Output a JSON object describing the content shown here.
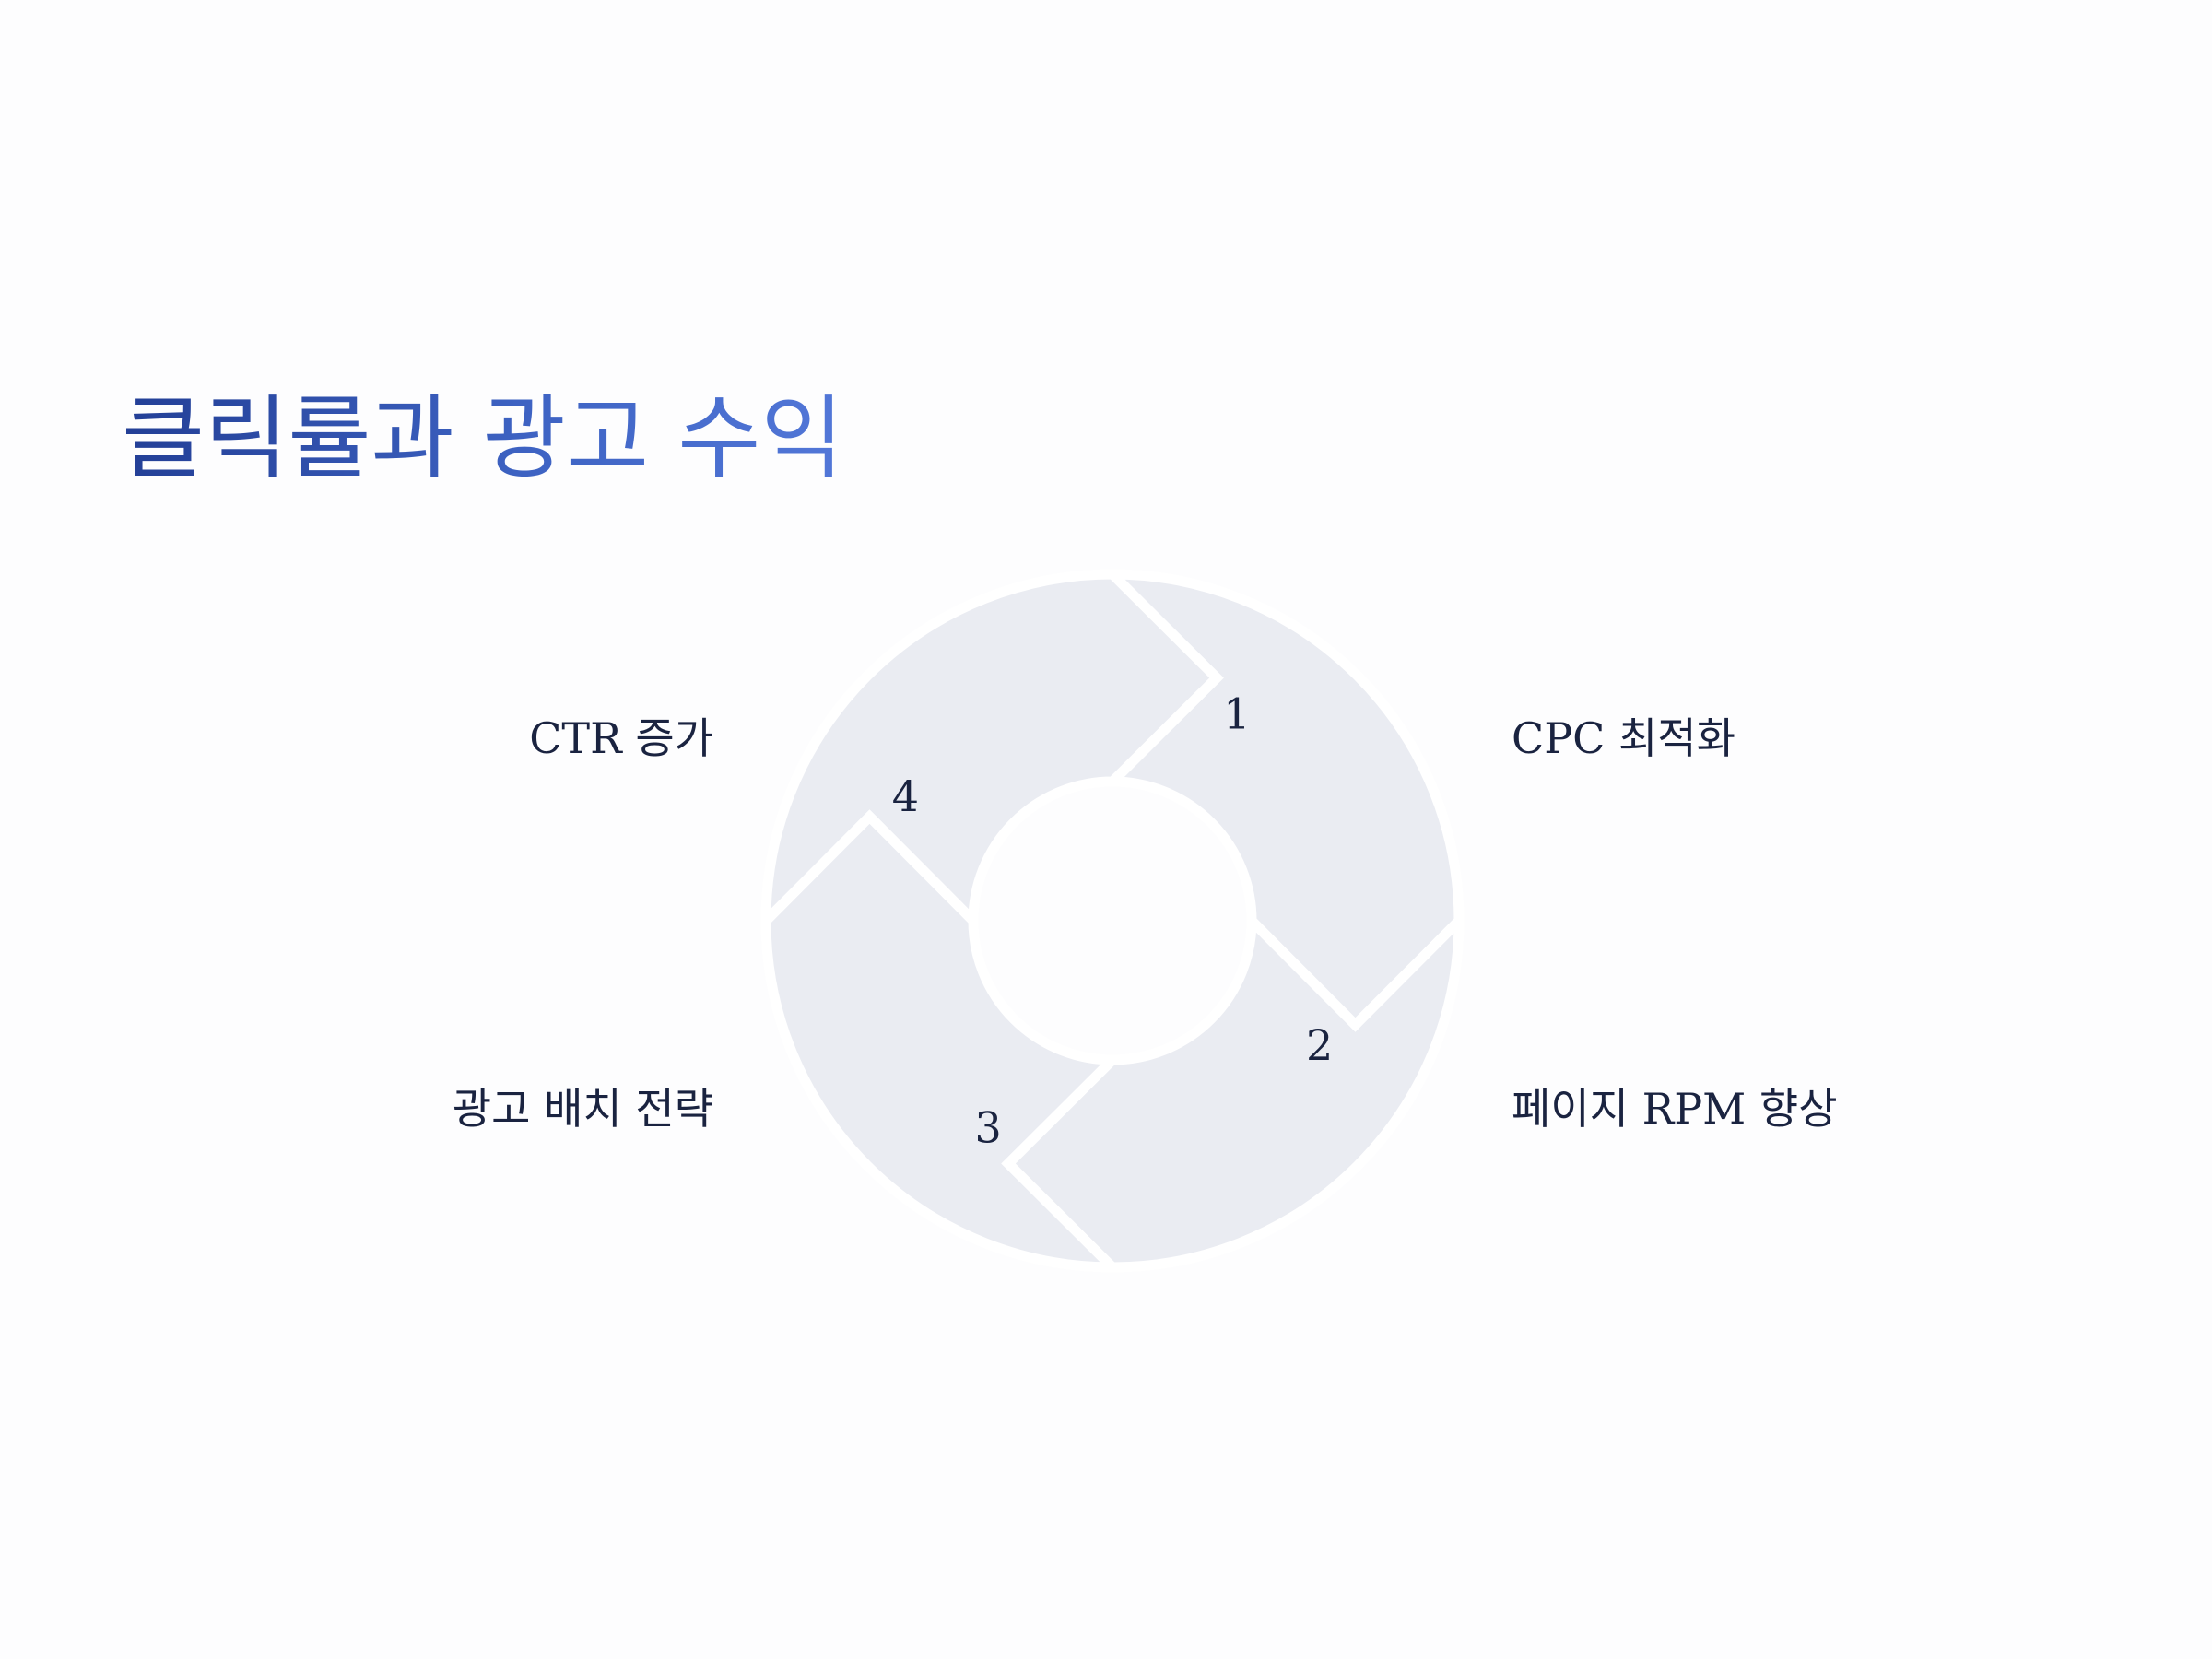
{
  "title": "클릭률과 광고 수익",
  "colors": {
    "segment_fill": "#eaecf2",
    "segment_stroke": "#ffffff",
    "title_gradient_start": "#233f96",
    "title_gradient_end": "#5277d8",
    "text": "#1a2340",
    "background": "#fdfdfe"
  },
  "cycle": {
    "steps": [
      {
        "number": "1",
        "label": "CTR 증가"
      },
      {
        "number": "2",
        "label": "CPC 최적화"
      },
      {
        "number": "3",
        "label": "페이지 RPM 향상"
      },
      {
        "number": "4",
        "label": "광고 배치 전략"
      }
    ]
  }
}
